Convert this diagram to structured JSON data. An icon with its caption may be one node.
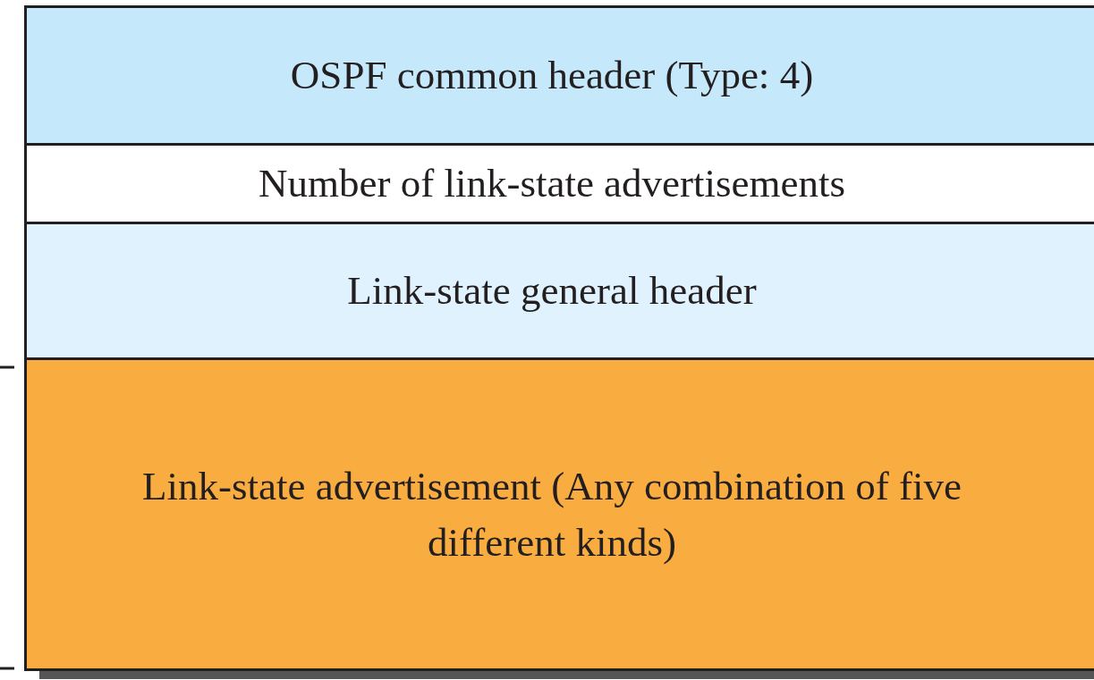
{
  "diagram": {
    "nodes": [
      {
        "text": [
          "OSPF common header (Type: 4)"
        ]
      },
      {
        "text": [
          "Number of link-state advertisements"
        ]
      },
      {
        "text": [
          "Link-state general header"
        ]
      },
      {
        "text": [
          "Link-state advertisement (Any combination of five different kinds)"
        ]
      }
    ]
  }
}
